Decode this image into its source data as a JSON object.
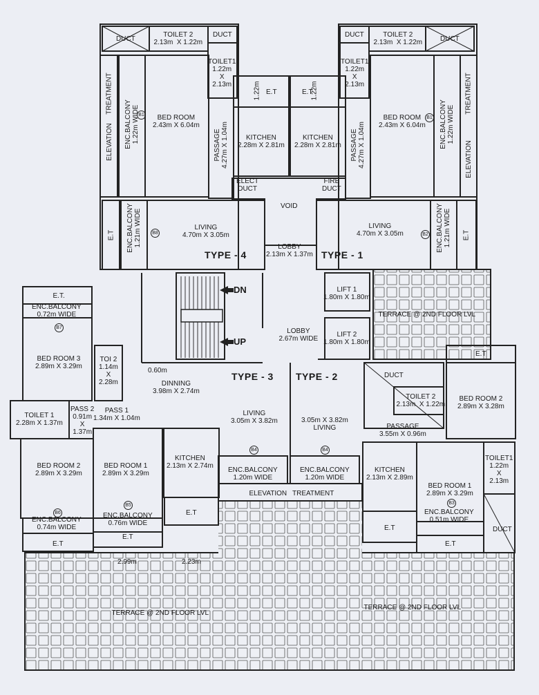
{
  "type_labels": {
    "t4": "TYPE - 4",
    "t1": "TYPE - 1",
    "t3": "TYPE - 3",
    "t2": "TYPE - 2"
  },
  "stair": {
    "dn": "DN",
    "up": "UP"
  },
  "rooms": [
    {
      "id": "duct-tl",
      "text": "DUCT"
    },
    {
      "id": "toilet2-t4",
      "text": "TOILET 2\n2.13m  X 1.22m"
    },
    {
      "id": "duct-t4b",
      "text": "DUCT"
    },
    {
      "id": "toilet1-t4",
      "text": "TOILET1\n1.22m\nX\n2.13m"
    },
    {
      "id": "et-t4-top",
      "text": "E.T"
    },
    {
      "id": "bed-t4",
      "text": "BED ROOM\n2.43m X 6.04m"
    },
    {
      "id": "kitchen-t4",
      "text": "KITCHEN\n2.28m X 2.81m"
    },
    {
      "id": "elec-duct",
      "text": "ELECT\nDUCT"
    },
    {
      "id": "void",
      "text": "VOID"
    },
    {
      "id": "living-t4",
      "text": "LIVING\n4.70m X 3.05m"
    },
    {
      "id": "lobby-top",
      "text": "LOBBY\n2.13m X 1.37m"
    },
    {
      "id": "duct-t1a",
      "text": "DUCT"
    },
    {
      "id": "toilet2-t1",
      "text": "TOILET 2\n2.13m  X 1.22m"
    },
    {
      "id": "duct-tr",
      "text": "DUCT"
    },
    {
      "id": "toilet1-t1",
      "text": "TOILET1\n1.22m\nX\n2.13m"
    },
    {
      "id": "et-t1-top",
      "text": "E.T"
    },
    {
      "id": "bed-t1",
      "text": "BED ROOM\n2.43m X 6.04m"
    },
    {
      "id": "kitchen-t1",
      "text": "KITCHEN\n2.28m X 2.81m"
    },
    {
      "id": "fire-duct",
      "text": "FIRE\nDUCT"
    },
    {
      "id": "living-t1",
      "text": "LIVING\n4.70m X 3.05m"
    },
    {
      "id": "lift1",
      "text": "LIFT 1\n1.80m X 1.80m"
    },
    {
      "id": "lift2",
      "text": "LIFT 2\n1.80m X 1.80m"
    },
    {
      "id": "lobby-mid",
      "text": "LOBBY\n2.67m WIDE"
    },
    {
      "id": "terrace-r",
      "text": "TERRACE @ 2ND FLOOR LVL"
    },
    {
      "id": "et-t3-top",
      "text": "E.T."
    },
    {
      "id": "encbal-b7",
      "text": "ENC.BALCONY\n0.72m WIDE"
    },
    {
      "id": "bed3-t3",
      "text": "BED ROOM 3\n2.89m X 3.29m"
    },
    {
      "id": "toi2-t3",
      "text": "TOI 2\n1.14m\nX\n2.28m"
    },
    {
      "id": "dim-060",
      "text": "0.60m"
    },
    {
      "id": "dinning",
      "text": "DINNING\n3.98m X 2.74m"
    },
    {
      "id": "toilet1-t3",
      "text": "TOILET 1\n2.28m X 1.37m"
    },
    {
      "id": "pass2",
      "text": "PASS 2\n0.91m\nX\n1.37m"
    },
    {
      "id": "pass1",
      "text": "PASS 1\n1.34m X 1.04m"
    },
    {
      "id": "living-t3",
      "text": "LIVING\n3.05m X 3.82m"
    },
    {
      "id": "living-t2",
      "text": "3.05m X 3.82m\nLIVING"
    },
    {
      "id": "duct-t2",
      "text": "DUCT"
    },
    {
      "id": "toilet2-t2",
      "text": "TOILET 2\n2.13m  X 1.22m"
    },
    {
      "id": "et-t2-top",
      "text": "E.T"
    },
    {
      "id": "bed2-t2",
      "text": "BED ROOM 2\n2.89m X 3.28m"
    },
    {
      "id": "passage-t2",
      "text": "PASSAGE\n3.55m X 0.96m"
    },
    {
      "id": "bed2-t3",
      "text": "BED ROOM 2\n2.89m X 3.29m"
    },
    {
      "id": "bed1-t3",
      "text": "BED ROOM 1\n2.89m X 3.29m"
    },
    {
      "id": "kitchen-t3",
      "text": "KITCHEN\n2.13m X 2.74m"
    },
    {
      "id": "encbal-b4l",
      "text": "ENC.BALCONY\n1.20m WIDE"
    },
    {
      "id": "encbal-b4r",
      "text": "ENC.BALCONY\n1.20m WIDE"
    },
    {
      "id": "kitchen-t2",
      "text": "KITCHEN\n2.13m X 2.89m"
    },
    {
      "id": "bed1-t2",
      "text": "BED ROOM 1\n2.89m X 3.29m"
    },
    {
      "id": "toilet1-t2",
      "text": "TOILET1\n1.22m\nX\n2.13m"
    },
    {
      "id": "elevation-b",
      "text": "ELEVATION"
    },
    {
      "id": "treatment-b",
      "text": "TREATMENT"
    },
    {
      "id": "encbal-b6",
      "text": "ENC.BALCONY\n0.74m WIDE"
    },
    {
      "id": "encbal-b5",
      "text": "ENC.BALCONY\n0.76m WIDE"
    },
    {
      "id": "encbal-b3",
      "text": "ENC.BALCONY\n0.51m WIDE"
    },
    {
      "id": "et-k3",
      "text": "E.T"
    },
    {
      "id": "et-b6",
      "text": "E.T"
    },
    {
      "id": "et-b5",
      "text": "E.T"
    },
    {
      "id": "et-k2",
      "text": "E.T"
    },
    {
      "id": "et-b3",
      "text": "E.T"
    },
    {
      "id": "duct-br",
      "text": "DUCT"
    },
    {
      "id": "dim-299",
      "text": "2.99m"
    },
    {
      "id": "dim-223",
      "text": "2.23m"
    },
    {
      "id": "terrace-bl",
      "text": "TERRACE @ 2ND FLOOR LVL"
    },
    {
      "id": "terrace-br",
      "text": "TERRACE @ 2ND FLOOR LVL"
    }
  ],
  "vertical_labels": [
    {
      "id": "elev-t4",
      "text": "ELEVATION"
    },
    {
      "id": "treat-t4",
      "text": "TREATMENT"
    },
    {
      "id": "encbal-t4",
      "text": "ENC.BALCONY\n1.22m WIDE"
    },
    {
      "id": "passage-t4",
      "text": "PASSAGE\n4.27m X 1.04m"
    },
    {
      "id": "et-t4-left",
      "text": "E.T"
    },
    {
      "id": "encbal-b8",
      "text": "ENC.BALCONY\n1.21m WIDE"
    },
    {
      "id": "et-t4-e",
      "text": "1.22m"
    },
    {
      "id": "et-t1-e",
      "text": "1.22m"
    },
    {
      "id": "passage-t1",
      "text": "PASSAGE\n4.27m X 1.04m"
    },
    {
      "id": "encbal-t1",
      "text": "ENC.BALCONY\n1.22m WIDE"
    },
    {
      "id": "treat-t1",
      "text": "TREATMENT"
    },
    {
      "id": "elev-t1",
      "text": "ELEVATION"
    },
    {
      "id": "encbal-b2",
      "text": "ENC.BALCONY\n1.21m WIDE"
    },
    {
      "id": "et-t1-right",
      "text": "E.T"
    }
  ],
  "room_tags": [
    "B1",
    "B1",
    "B8",
    "B2",
    "B7",
    "B6",
    "B5",
    "B4",
    "B4",
    "B3"
  ]
}
